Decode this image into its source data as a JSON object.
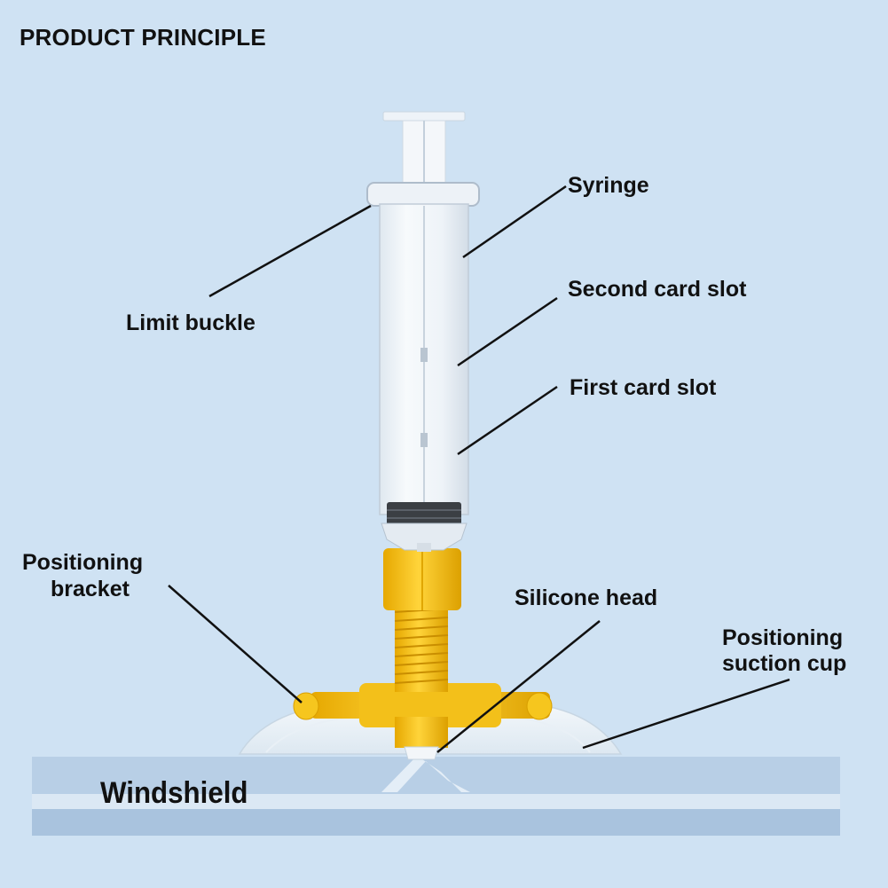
{
  "title": "PRODUCT PRINCIPLE",
  "labels": {
    "syringe": "Syringe",
    "limit_buckle": "Limit buckle",
    "second_card_slot": "Second card slot",
    "first_card_slot": "First card slot",
    "positioning_bracket_line1": "Positioning",
    "positioning_bracket_line2": "bracket",
    "silicone_head": "Silicone head",
    "positioning_suction_cup_line1": "Positioning",
    "positioning_suction_cup_line2": "suction cup",
    "windshield": "Windshield"
  },
  "colors": {
    "background": "#cfe2f3",
    "bracket_yellow": "#f5c518",
    "glass": "#b9d0e6",
    "syringe_body": "#eef3f8"
  }
}
